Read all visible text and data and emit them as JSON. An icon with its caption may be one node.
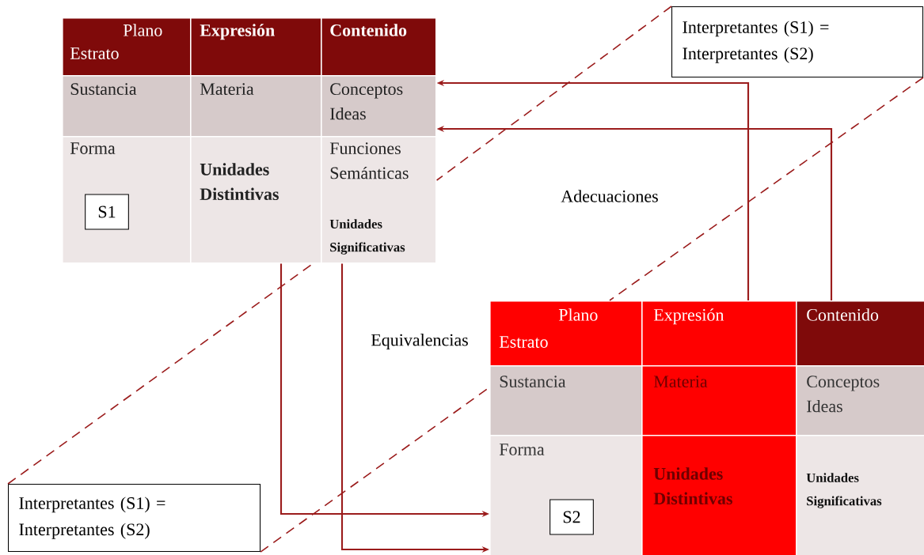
{
  "diagram": {
    "nodes": [
      {
        "text": [
          "Plano",
          "Estrato"
        ]
      },
      {
        "text": [
          "Expresión"
        ]
      },
      {
        "text": [
          "Contenido"
        ]
      },
      {
        "text": [
          "Sustancia"
        ]
      },
      {
        "text": [
          "Materia"
        ]
      },
      {
        "text": [
          "Conceptos Ideas"
        ]
      },
      {
        "text": [
          "Forma"
        ]
      },
      {
        "text": [
          "S1"
        ],
        "in": 6
      },
      {
        "text": [
          "Unidades Distintivas"
        ]
      },
      {
        "text": [
          "Funciones Semánticas",
          "Unidades Significativas"
        ]
      },
      {
        "text": [
          "Plano",
          "Estrato"
        ]
      },
      {
        "text": [
          "Expresión"
        ]
      },
      {
        "text": [
          "Contenido"
        ]
      },
      {
        "text": [
          "Sustancia"
        ]
      },
      {
        "text": [
          "Materia"
        ]
      },
      {
        "text": [
          "Conceptos Ideas"
        ]
      },
      {
        "text": [
          "Forma"
        ]
      },
      {
        "text": [
          "S2"
        ],
        "in": 16
      },
      {
        "text": [
          "Unidades Distintivas"
        ]
      },
      {
        "text": [
          "Unidades Significativas"
        ]
      },
      {
        "text": [
          "Interpretantes (S1) = Interpretantes (S2)"
        ]
      },
      {
        "text": [
          "Interpretantes (S1) = Interpretantes (S2)"
        ]
      }
    ],
    "edges": [
      {
        "from": 11,
        "to": 5,
        "arrow": "to"
      },
      {
        "from": 12,
        "to": 5,
        "arrow": "to"
      },
      {
        "from": 8,
        "to": 16,
        "arrow": "to"
      },
      {
        "from": 9,
        "to": 16,
        "arrow": "to"
      },
      {
        "from": 20,
        "to": 9,
        "arrow": "none",
        "style": "dashed"
      },
      {
        "from": 20,
        "to": 10,
        "arrow": "none",
        "style": "dashed"
      },
      {
        "from": 21,
        "to": 8,
        "arrow": "none",
        "style": "dashed"
      },
      {
        "from": 21,
        "to": 13,
        "arrow": "none",
        "style": "dashed"
      }
    ],
    "labels": [
      "Adecuaciones",
      "Equivalencias"
    ]
  }
}
